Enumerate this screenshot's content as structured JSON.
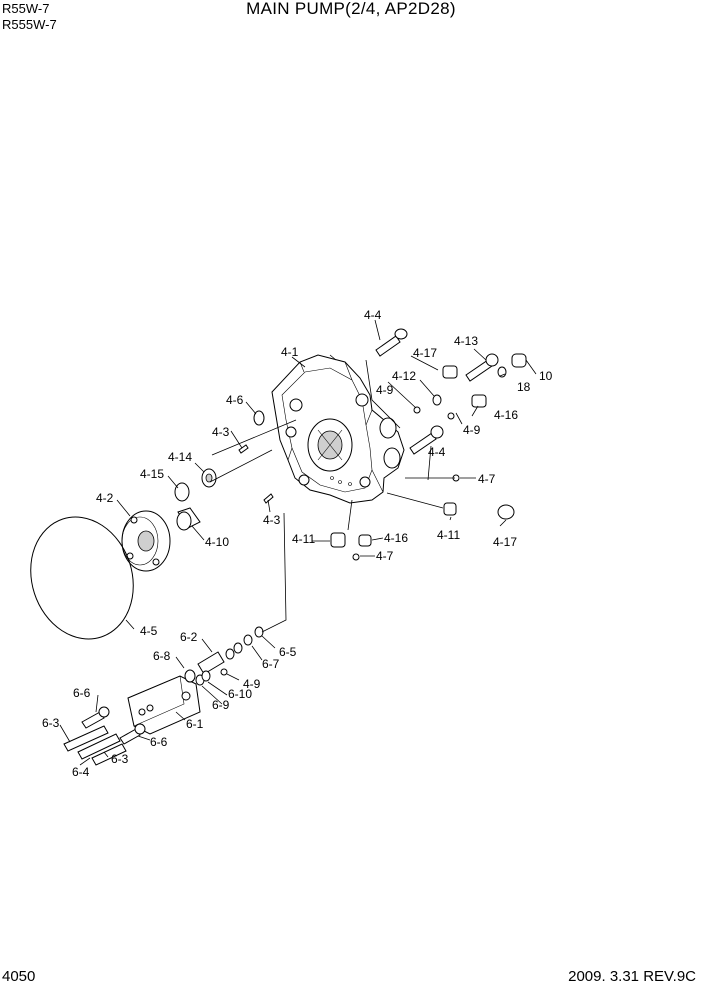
{
  "header": {
    "model_line_1": "R55W-7",
    "model_line_2": "R555W-7",
    "title": "MAIN PUMP(2/4, AP2D28)"
  },
  "footer": {
    "page_number": "4050",
    "revision": "2009. 3.31  REV.9C"
  },
  "labels": {
    "l_4_4_top": "4-4",
    "l_4_1": "4-1",
    "l_4_17_a": "4-17",
    "l_4_13": "4-13",
    "l_10": "10",
    "l_18": "18",
    "l_4_12": "4-12",
    "l_4_9_a": "4-9",
    "l_4_16_a": "4-16",
    "l_4_6": "4-6",
    "l_4_3_a": "4-3",
    "l_4_9_b": "4-9",
    "l_4_4_b": "4-4",
    "l_4_14": "4-14",
    "l_4_15": "4-15",
    "l_4_7_a": "4-7",
    "l_4_2": "4-2",
    "l_4_3_b": "4-3",
    "l_4_10": "4-10",
    "l_4_11_a": "4-11",
    "l_4_16_b": "4-16",
    "l_4_11_b": "4-11",
    "l_4_17_b": "4-17",
    "l_4_7_b": "4-7",
    "l_4_5": "4-5",
    "l_6_2": "6-2",
    "l_6_5": "6-5",
    "l_6_8": "6-8",
    "l_6_7": "6-7",
    "l_4_9_c": "4-9",
    "l_6_10": "6-10",
    "l_6_9": "6-9",
    "l_6_6_a": "6-6",
    "l_6_1": "6-1",
    "l_6_3_a": "6-3",
    "l_6_6_b": "6-6",
    "l_6_4": "6-4",
    "l_6_3_b": "6-3"
  }
}
